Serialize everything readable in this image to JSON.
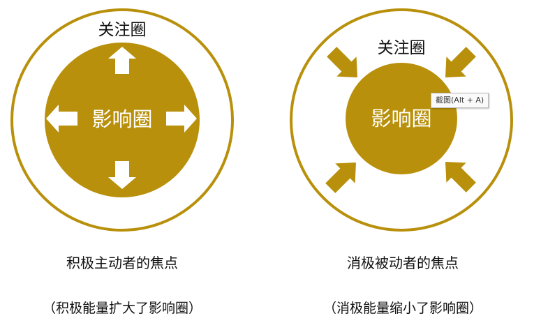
{
  "colors": {
    "gold": "#B8900B",
    "text": "#111111",
    "white": "#ffffff"
  },
  "left": {
    "outer_label": "关注圈",
    "inner_label": "影响圈",
    "arrows": [
      "arrow-up-icon",
      "arrow-down-icon",
      "arrow-left-icon",
      "arrow-right-icon"
    ],
    "caption": "积极主动者的焦点",
    "subcaption": "（积极能量扩大了影响圈）"
  },
  "right": {
    "outer_label": "关注圈",
    "inner_label": "影响圈",
    "arrows": [
      "arrow-down-right-icon",
      "arrow-down-left-icon",
      "arrow-up-right-icon",
      "arrow-up-left-icon"
    ],
    "caption": "消极被动者的焦点",
    "subcaption": "（消极能量缩小了影响圈）"
  },
  "tooltip": {
    "text": "截图(Alt + A)"
  }
}
